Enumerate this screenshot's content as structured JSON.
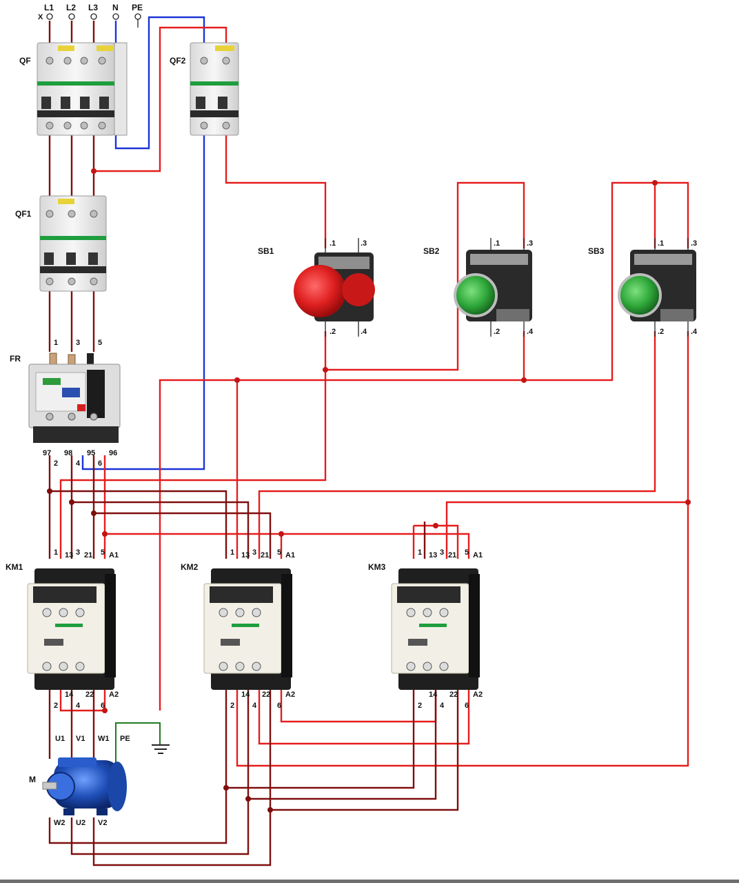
{
  "supply": {
    "terminals": [
      "L1",
      "L2",
      "L3",
      "N",
      "PE"
    ],
    "x_marker": "X"
  },
  "labels": {
    "qf": "QF",
    "qf2": "QF2",
    "qf1": "QF1",
    "fr": "FR",
    "sb1": "SB1",
    "sb2": "SB2",
    "sb3": "SB3",
    "km1": "KM1",
    "km2": "KM2",
    "km3": "KM3",
    "motor": "M",
    "pe": "PE"
  },
  "fr_pins": {
    "top": [
      "1",
      "3",
      "5"
    ],
    "aux": [
      "97",
      "98",
      "95",
      "96"
    ],
    "bottom": [
      "2",
      "4",
      "6"
    ]
  },
  "button_pins": [
    ".1",
    ".3",
    ".2",
    ".4"
  ],
  "contactor_pins": {
    "top": [
      "1",
      "13",
      "3",
      "21",
      "5",
      "A1"
    ],
    "bottom": [
      "2",
      "14",
      "4",
      "22",
      "6",
      "A2"
    ]
  },
  "motor_terminals": {
    "top": [
      "U1",
      "V1",
      "W1"
    ],
    "bottom": [
      "W2",
      "U2",
      "V2"
    ]
  },
  "colors": {
    "control_wire": "#e51c1c",
    "power_wire": "#7f0d0d",
    "neutral_wire": "#1a34d6",
    "earth_wire": "#1f7a1f",
    "stop_button": "#e02020",
    "start_button": "#2fa83a",
    "motor": "#1f4fb8"
  }
}
